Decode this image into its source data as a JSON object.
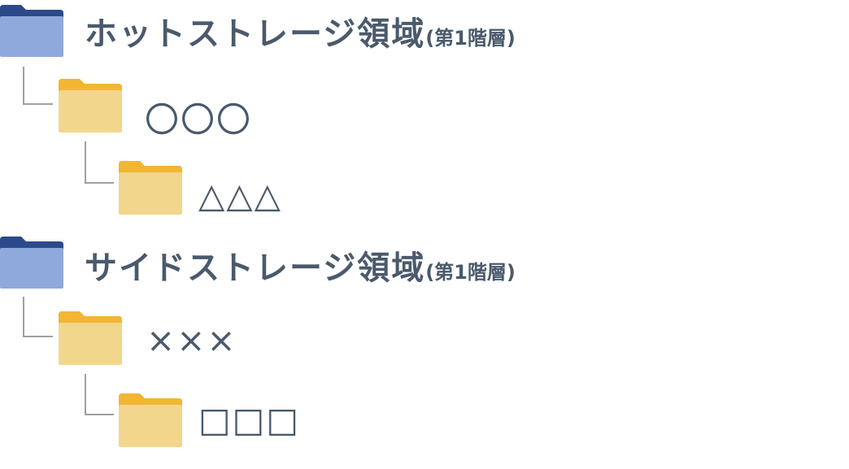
{
  "colors": {
    "root_folder_tab": "#2c4a8a",
    "root_folder_body": "#8ea9dc",
    "child_folder_tab": "#f2b632",
    "child_folder_body": "#f1d68c",
    "text": "#4a5a6c",
    "connector": "#a0a0a0"
  },
  "tree": [
    {
      "label": "ホットストレージ領域",
      "tier": "(第1階層)",
      "icon": "folder-icon",
      "children": [
        {
          "label": "〇〇〇",
          "icon": "folder-icon",
          "children": [
            {
              "label": "△△△",
              "icon": "folder-icon"
            }
          ]
        }
      ]
    },
    {
      "label": "サイドストレージ領域",
      "tier": "(第1階層)",
      "icon": "folder-icon",
      "children": [
        {
          "label": "×××",
          "icon": "folder-icon",
          "children": [
            {
              "label": "□□□",
              "icon": "folder-icon"
            }
          ]
        }
      ]
    }
  ]
}
